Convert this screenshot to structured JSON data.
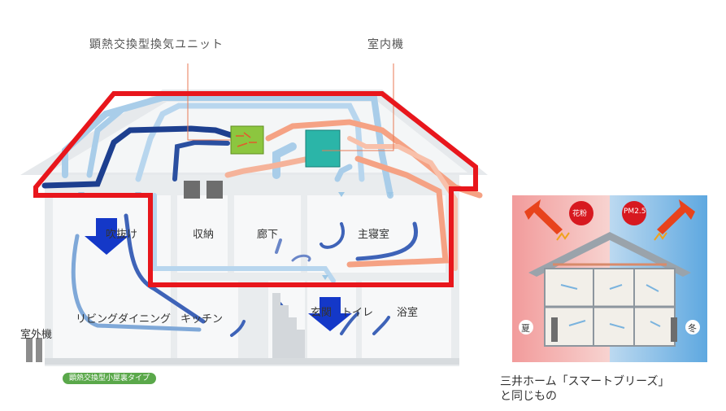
{
  "labels": {
    "unit": "顕熱交換型換気ユニット",
    "indoor": "室内機"
  },
  "rooms": {
    "fukinuke": "吹抜け",
    "shuno": "収納",
    "roka": "廊下",
    "shushinshitsu": "主寝室",
    "living": "リビングダイニング",
    "kitchen": "キッチン",
    "genkan": "玄関",
    "toilet": "トイレ",
    "yokushitsu": "浴室",
    "shitsugaiki": "室外機"
  },
  "badge": "顕熱交換型小屋裏タイプ",
  "side": {
    "pollen": "花粉",
    "pm": "PM2.5",
    "summer": "夏",
    "winter": "冬"
  },
  "caption": {
    "line1": "三井ホーム「スマートブリーズ」",
    "line2": "と同じもの"
  },
  "colors": {
    "highlight": "#e8161c",
    "fresh_air": "#9cc7e6",
    "return_air": "#1d3f8f",
    "warm_air": "#f39b7a",
    "arrow_blue": "#1438c8",
    "unit_green": "#8cc63f",
    "indoor_teal": "#2bb5a8"
  }
}
